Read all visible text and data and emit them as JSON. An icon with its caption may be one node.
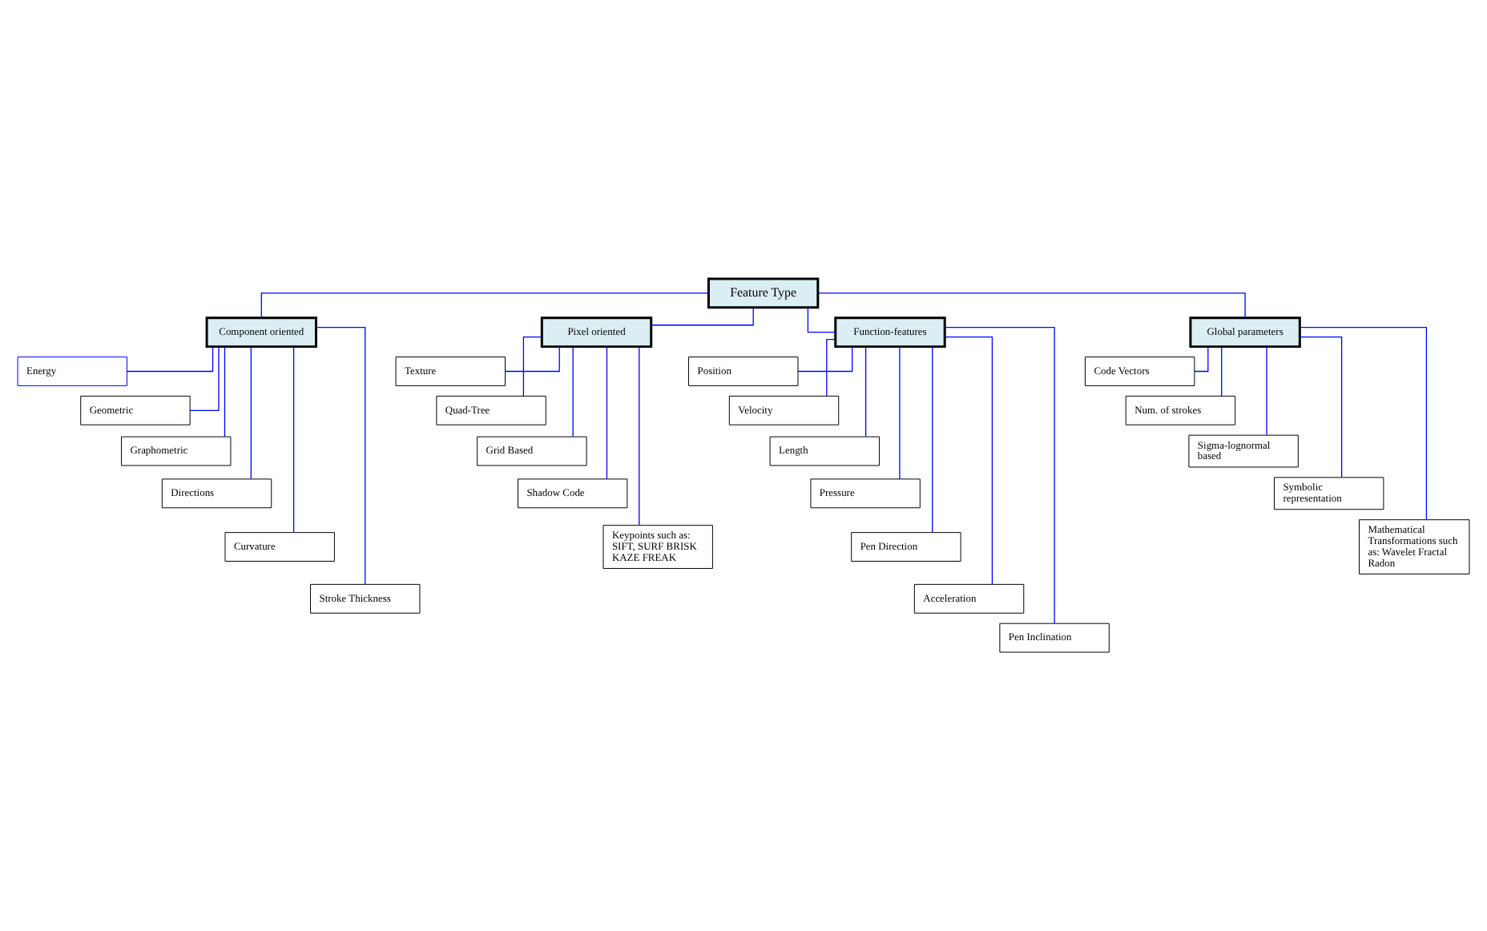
{
  "diagram": {
    "nodes": [
      {
        "text": [
          "Feature Type"
        ]
      },
      {
        "text": [
          "Component oriented"
        ]
      },
      {
        "text": [
          "Pixel oriented"
        ]
      },
      {
        "text": [
          "Function-features"
        ]
      },
      {
        "text": [
          "Global parameters"
        ]
      },
      {
        "text": [
          "Energy"
        ]
      },
      {
        "text": [
          "Geometric"
        ]
      },
      {
        "text": [
          "Graphometric"
        ]
      },
      {
        "text": [
          "Directions"
        ]
      },
      {
        "text": [
          "Curvature"
        ]
      },
      {
        "text": [
          "Stroke Thickness"
        ]
      },
      {
        "text": [
          "Texture"
        ]
      },
      {
        "text": [
          "Quad-Tree"
        ]
      },
      {
        "text": [
          "Grid Based"
        ]
      },
      {
        "text": [
          "Shadow Code"
        ]
      },
      {
        "text": [
          "Keypoints such as: SIFT, SURF BRISK KAZE FREAK"
        ]
      },
      {
        "text": [
          "Position"
        ]
      },
      {
        "text": [
          "Velocity"
        ]
      },
      {
        "text": [
          "Length"
        ]
      },
      {
        "text": [
          "Pressure"
        ]
      },
      {
        "text": [
          "Pen Direction"
        ]
      },
      {
        "text": [
          "Acceleration"
        ]
      },
      {
        "text": [
          "Pen Inclination"
        ]
      },
      {
        "text": [
          "Code Vectors"
        ]
      },
      {
        "text": [
          "Num. of strokes"
        ]
      },
      {
        "text": [
          "Sigma-lognormal based"
        ]
      },
      {
        "text": [
          "Symbolic representation"
        ]
      },
      {
        "text": [
          "Mathematical Transformations such as: Wavelet Fractal Radon"
        ]
      }
    ],
    "edges": [
      {
        "from": 0,
        "to": 1,
        "arrow": "none"
      },
      {
        "from": 0,
        "to": 2,
        "arrow": "none"
      },
      {
        "from": 0,
        "to": 3,
        "arrow": "none"
      },
      {
        "from": 0,
        "to": 4,
        "arrow": "none"
      },
      {
        "from": 1,
        "to": 5,
        "arrow": "none"
      },
      {
        "from": 1,
        "to": 6,
        "arrow": "none"
      },
      {
        "from": 1,
        "to": 7,
        "arrow": "none"
      },
      {
        "from": 1,
        "to": 8,
        "arrow": "none"
      },
      {
        "from": 1,
        "to": 9,
        "arrow": "none"
      },
      {
        "from": 1,
        "to": 10,
        "arrow": "none"
      },
      {
        "from": 2,
        "to": 11,
        "arrow": "none"
      },
      {
        "from": 2,
        "to": 12,
        "arrow": "none"
      },
      {
        "from": 2,
        "to": 13,
        "arrow": "none"
      },
      {
        "from": 2,
        "to": 14,
        "arrow": "none"
      },
      {
        "from": 2,
        "to": 15,
        "arrow": "none"
      },
      {
        "from": 3,
        "to": 16,
        "arrow": "none"
      },
      {
        "from": 3,
        "to": 17,
        "arrow": "none"
      },
      {
        "from": 3,
        "to": 18,
        "arrow": "none"
      },
      {
        "from": 3,
        "to": 19,
        "arrow": "none"
      },
      {
        "from": 3,
        "to": 20,
        "arrow": "none"
      },
      {
        "from": 3,
        "to": 21,
        "arrow": "none"
      },
      {
        "from": 3,
        "to": 22,
        "arrow": "none"
      },
      {
        "from": 4,
        "to": 23,
        "arrow": "none"
      },
      {
        "from": 4,
        "to": 24,
        "arrow": "none"
      },
      {
        "from": 4,
        "to": 25,
        "arrow": "none"
      },
      {
        "from": 4,
        "to": 26,
        "arrow": "none"
      },
      {
        "from": 4,
        "to": 27,
        "arrow": "none"
      }
    ]
  }
}
